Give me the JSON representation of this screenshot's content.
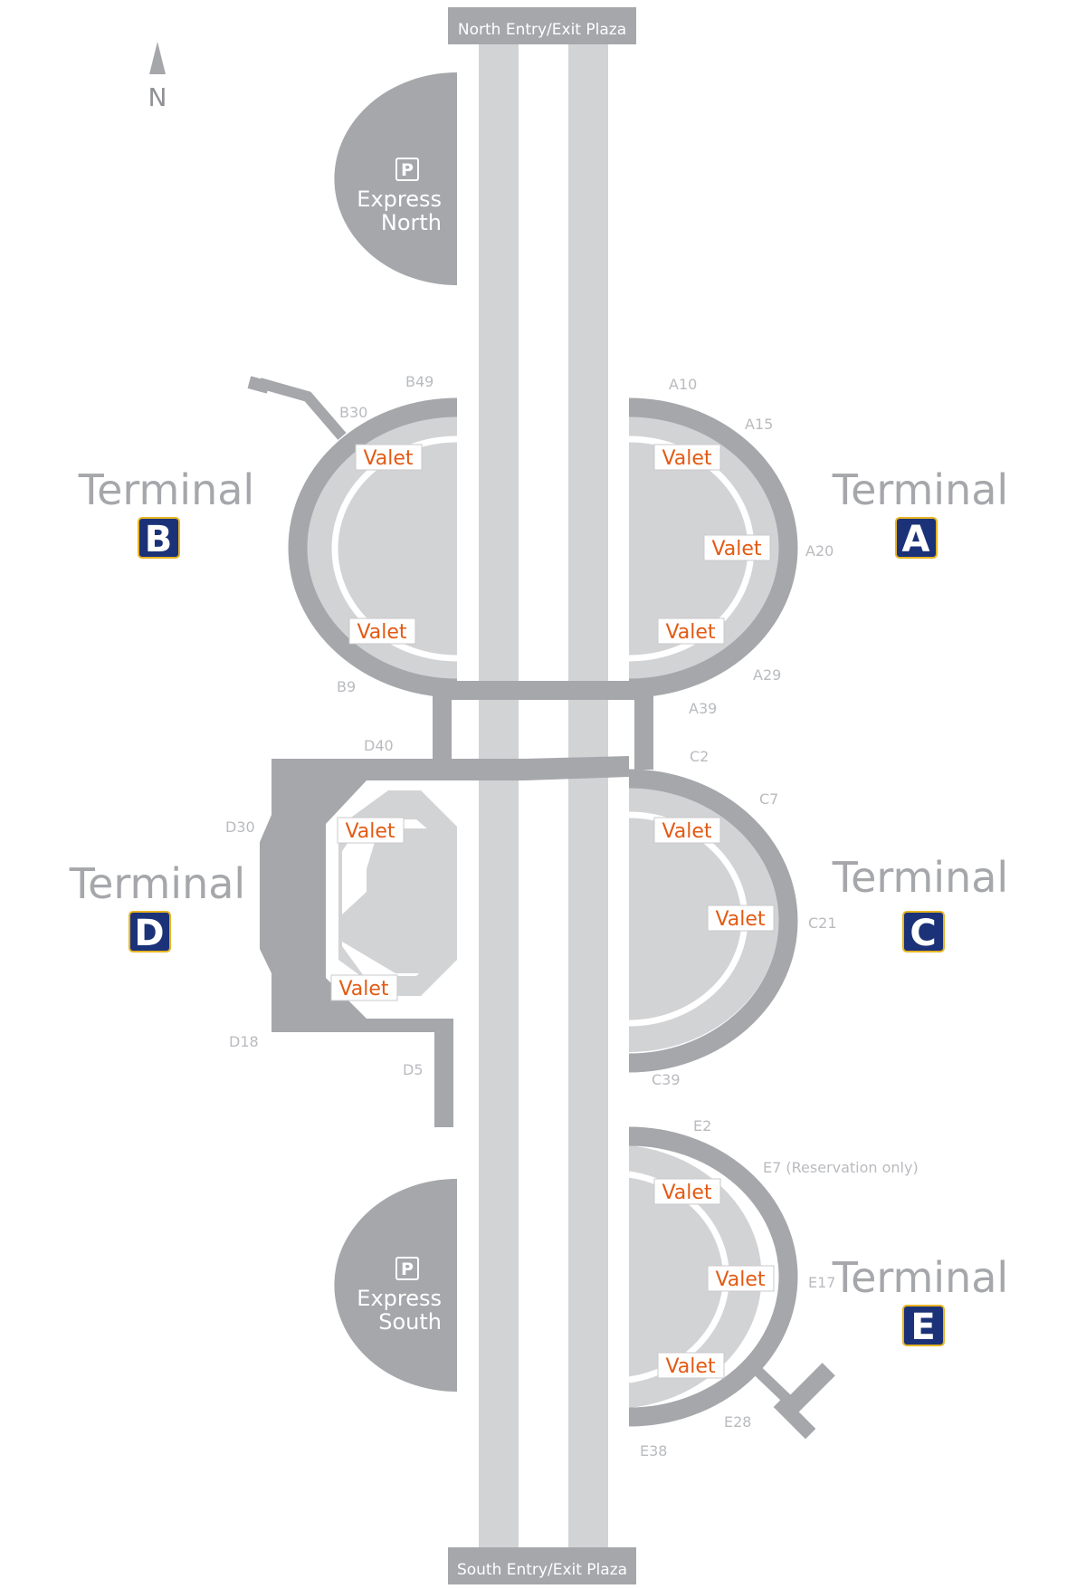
{
  "colors": {
    "road": "#d2d3d5",
    "loop": "#a5a7ab",
    "fill": "#d2d3d5",
    "parking": "#a5a7ab",
    "plaza_bg": "#a5a7ab",
    "valet_text": "#e35a13",
    "badge_bg": "#1b3278",
    "badge_border": "#e8b422",
    "gate_text": "#b9bbbf",
    "terminal_word": "#a5a7ab"
  },
  "compass": {
    "label": "N",
    "icon": "north-arrow-icon"
  },
  "plazas": {
    "north": "North Entry/Exit Plaza",
    "south": "South Entry/Exit Plaza"
  },
  "parking": {
    "north": {
      "icon": "parking-icon",
      "symbol": "P",
      "line1": "Express",
      "line2": "North"
    },
    "south": {
      "icon": "parking-icon",
      "symbol": "P",
      "line1": "Express",
      "line2": "South"
    }
  },
  "terminals": [
    {
      "word": "Terminal",
      "letter": "A"
    },
    {
      "word": "Terminal",
      "letter": "B"
    },
    {
      "word": "Terminal",
      "letter": "C"
    },
    {
      "word": "Terminal",
      "letter": "D"
    },
    {
      "word": "Terminal",
      "letter": "E"
    }
  ],
  "gates": {
    "A": [
      "A10",
      "A15",
      "A20",
      "A29",
      "A39"
    ],
    "B": [
      "B49",
      "B30",
      "B9"
    ],
    "C": [
      "C2",
      "C7",
      "C21",
      "C39"
    ],
    "D": [
      "D40",
      "D30",
      "D18",
      "D5"
    ],
    "E": [
      "E2",
      "E7 (Reservation only)",
      "E17",
      "E28",
      "E38"
    ]
  },
  "valet_label": "Valet"
}
